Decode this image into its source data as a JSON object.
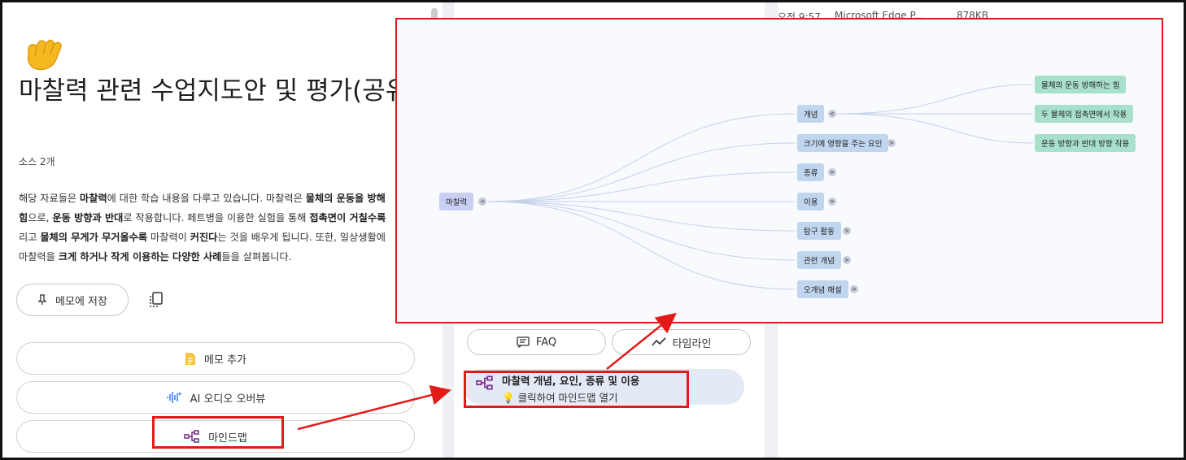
{
  "notebook": {
    "title": "마찰력 관련 수업지도안 및 평가(공유용)",
    "sources": "소스 2개",
    "summary": [
      [
        {
          "t": "해당 자료들은 "
        },
        {
          "t": "마찰력",
          "b": true
        },
        {
          "t": "에 대한 학습 내용을 다루고 있습니다. 마찰력은 "
        },
        {
          "t": "물체의 운동을 방해",
          "b": true
        }
      ],
      [
        {
          "t": "힘",
          "b": true
        },
        {
          "t": "으로, "
        },
        {
          "t": "운동 방향과 반대",
          "b": true
        },
        {
          "t": "로 작용합니다. 페트병을 이용한 실험을 통해 "
        },
        {
          "t": "접촉면이 거칠수록",
          "b": true
        }
      ],
      [
        {
          "t": "리고 "
        },
        {
          "t": "물체의 무게가 무거울수록",
          "b": true
        },
        {
          "t": " 마찰력이 "
        },
        {
          "t": "커진다",
          "b": true
        },
        {
          "t": "는 것을 배우게 됩니다. 또한, 일상생활에"
        }
      ],
      [
        {
          "t": "마찰력을 "
        },
        {
          "t": "크게 하거나 작게 이용하는 다양한 사례",
          "b": true
        },
        {
          "t": "들을 살펴봅니다."
        }
      ]
    ],
    "save_memo_label": "메모에 저장",
    "add_memo_label": "메모 추가",
    "audio_overview_label": "AI 오디오 오버뷰",
    "mindmap_label": "마인드맵"
  },
  "studio": {
    "faq_label": "FAQ",
    "timeline_label": "타임라인",
    "mindmap_card": {
      "title": "마찰력 개념, 요인, 종류 및 이용",
      "subtitle": "클릭하여 마인드맵 열기"
    }
  },
  "explorer": {
    "time": "오전 9:57",
    "app": "Microsoft Edge P...",
    "size": "878KB"
  },
  "mindmap": {
    "root": "마찰력",
    "branches": [
      "개념",
      "크기에 영향을 주는 요인",
      "종류",
      "이용",
      "탐구 활동",
      "관련 개념",
      "오개념 해설"
    ],
    "concept_children": [
      "물체의 운동 방해하는 힘",
      "두 물체의 접촉면에서 작용",
      "운동 방향과 반대 방향 작용"
    ],
    "expanded_toggle": "<",
    "collapsed_toggle": ">"
  },
  "colors": {
    "annotation": "#e41a1a",
    "root_node": "#c8cff2",
    "branch_node": "#c0d5ee",
    "leaf_node": "#a8e0cc",
    "card_bg": "#e3e9f5"
  }
}
